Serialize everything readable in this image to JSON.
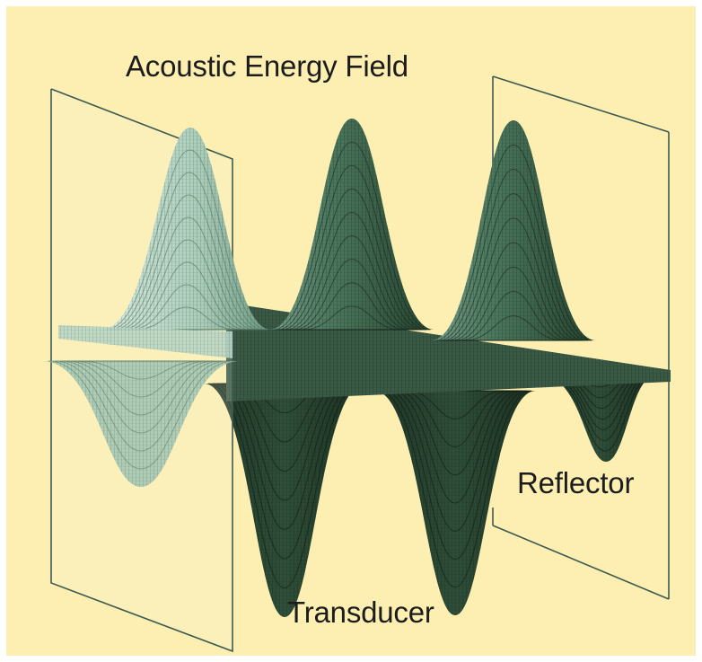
{
  "figure": {
    "title": "Acoustic Energy Field",
    "labels": {
      "transducer": "Transducer",
      "reflector": "Reflector"
    }
  },
  "colors": {
    "background": "#fcefb1",
    "wave_dark": "#2d4a36",
    "wave_mid": "#5d8a70",
    "wave_light": "#c0dccd",
    "mesh_line": "#17271c",
    "plane_line": "#3d5a52",
    "text": "#1c1c1c"
  },
  "wave": {
    "half_wavelengths": 6,
    "shape": "standing wave between transducer and reflector"
  }
}
